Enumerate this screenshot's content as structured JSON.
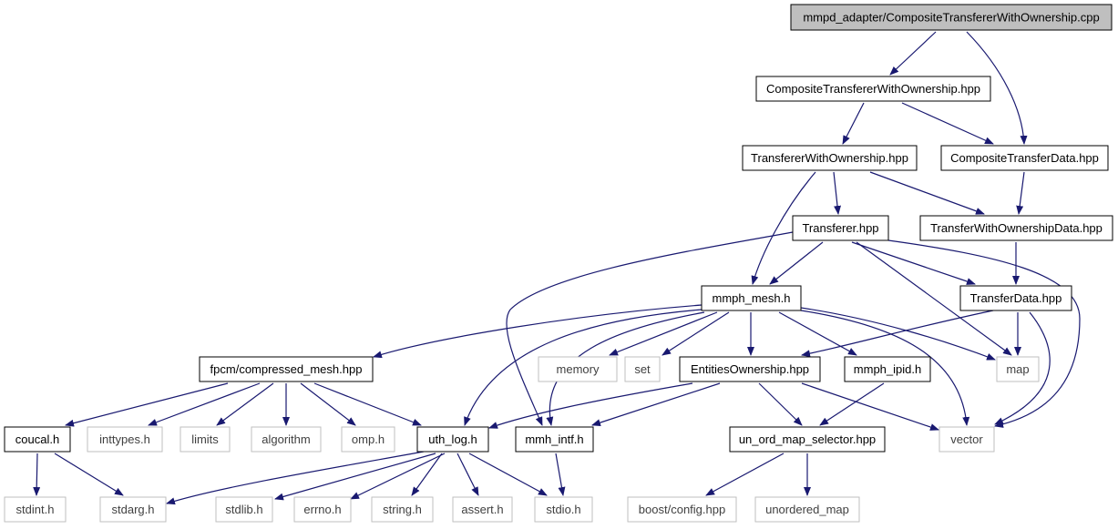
{
  "graph": {
    "root": "mmpd_adapter/CompositeTransfererWithOwnership.cpp",
    "colors": {
      "edge": "#191970",
      "node_border": "#000000",
      "external_border": "#bfbfbf",
      "root_fill": "#bfbfbf",
      "external_text": "#404040"
    },
    "nodes": [
      {
        "id": "root",
        "label": "mmpd_adapter/CompositeTransfererWithOwnership.cpp",
        "kind": "root"
      },
      {
        "id": "ctwo",
        "label": "CompositeTransfererWithOwnership.hpp",
        "kind": "header"
      },
      {
        "id": "two",
        "label": "TransfererWithOwnership.hpp",
        "kind": "header"
      },
      {
        "id": "ctd",
        "label": "CompositeTransferData.hpp",
        "kind": "header"
      },
      {
        "id": "tr",
        "label": "Transferer.hpp",
        "kind": "header"
      },
      {
        "id": "twod",
        "label": "TransferWithOwnershipData.hpp",
        "kind": "header"
      },
      {
        "id": "mesh",
        "label": "mmph_mesh.h",
        "kind": "header"
      },
      {
        "id": "td",
        "label": "TransferData.hpp",
        "kind": "header"
      },
      {
        "id": "fpcm",
        "label": "fpcm/compressed_mesh.hpp",
        "kind": "header"
      },
      {
        "id": "memory",
        "label": "memory",
        "kind": "external"
      },
      {
        "id": "set",
        "label": "set",
        "kind": "external"
      },
      {
        "id": "eo",
        "label": "EntitiesOwnership.hpp",
        "kind": "header"
      },
      {
        "id": "ipid",
        "label": "mmph_ipid.h",
        "kind": "header"
      },
      {
        "id": "map",
        "label": "map",
        "kind": "external"
      },
      {
        "id": "coucal",
        "label": "coucal.h",
        "kind": "header"
      },
      {
        "id": "inttypes",
        "label": "inttypes.h",
        "kind": "external"
      },
      {
        "id": "limits",
        "label": "limits",
        "kind": "external"
      },
      {
        "id": "algorithm",
        "label": "algorithm",
        "kind": "external"
      },
      {
        "id": "omp",
        "label": "omp.h",
        "kind": "external"
      },
      {
        "id": "uth",
        "label": "uth_log.h",
        "kind": "header"
      },
      {
        "id": "mmh",
        "label": "mmh_intf.h",
        "kind": "header"
      },
      {
        "id": "uoms",
        "label": "un_ord_map_selector.hpp",
        "kind": "header"
      },
      {
        "id": "vector",
        "label": "vector",
        "kind": "external"
      },
      {
        "id": "stdint",
        "label": "stdint.h",
        "kind": "external"
      },
      {
        "id": "stdarg",
        "label": "stdarg.h",
        "kind": "external"
      },
      {
        "id": "stdlib",
        "label": "stdlib.h",
        "kind": "external"
      },
      {
        "id": "errno",
        "label": "errno.h",
        "kind": "external"
      },
      {
        "id": "string",
        "label": "string.h",
        "kind": "external"
      },
      {
        "id": "assert",
        "label": "assert.h",
        "kind": "external"
      },
      {
        "id": "stdio",
        "label": "stdio.h",
        "kind": "external"
      },
      {
        "id": "boost",
        "label": "boost/config.hpp",
        "kind": "external"
      },
      {
        "id": "unordered",
        "label": "unordered_map",
        "kind": "external"
      }
    ],
    "edges": [
      {
        "from": "root",
        "to": "ctwo"
      },
      {
        "from": "root",
        "to": "ctd"
      },
      {
        "from": "ctwo",
        "to": "two"
      },
      {
        "from": "ctwo",
        "to": "ctd"
      },
      {
        "from": "two",
        "to": "tr"
      },
      {
        "from": "two",
        "to": "mesh"
      },
      {
        "from": "two",
        "to": "twod"
      },
      {
        "from": "ctd",
        "to": "twod"
      },
      {
        "from": "twod",
        "to": "td"
      },
      {
        "from": "tr",
        "to": "mesh"
      },
      {
        "from": "tr",
        "to": "td"
      },
      {
        "from": "tr",
        "to": "map"
      },
      {
        "from": "tr",
        "to": "vector"
      },
      {
        "from": "tr",
        "to": "mmh"
      },
      {
        "from": "td",
        "to": "eo"
      },
      {
        "from": "td",
        "to": "map"
      },
      {
        "from": "td",
        "to": "vector"
      },
      {
        "from": "mesh",
        "to": "fpcm"
      },
      {
        "from": "mesh",
        "to": "memory"
      },
      {
        "from": "mesh",
        "to": "set"
      },
      {
        "from": "mesh",
        "to": "eo"
      },
      {
        "from": "mesh",
        "to": "ipid"
      },
      {
        "from": "mesh",
        "to": "map"
      },
      {
        "from": "mesh",
        "to": "vector"
      },
      {
        "from": "mesh",
        "to": "uth"
      },
      {
        "from": "mesh",
        "to": "mmh"
      },
      {
        "from": "fpcm",
        "to": "coucal"
      },
      {
        "from": "fpcm",
        "to": "inttypes"
      },
      {
        "from": "fpcm",
        "to": "limits"
      },
      {
        "from": "fpcm",
        "to": "algorithm"
      },
      {
        "from": "fpcm",
        "to": "omp"
      },
      {
        "from": "fpcm",
        "to": "uth"
      },
      {
        "from": "eo",
        "to": "uth"
      },
      {
        "from": "eo",
        "to": "mmh"
      },
      {
        "from": "eo",
        "to": "uoms"
      },
      {
        "from": "eo",
        "to": "vector"
      },
      {
        "from": "ipid",
        "to": "uoms"
      },
      {
        "from": "coucal",
        "to": "stdint"
      },
      {
        "from": "coucal",
        "to": "stdarg"
      },
      {
        "from": "uth",
        "to": "stdarg"
      },
      {
        "from": "uth",
        "to": "stdlib"
      },
      {
        "from": "uth",
        "to": "errno"
      },
      {
        "from": "uth",
        "to": "string"
      },
      {
        "from": "uth",
        "to": "assert"
      },
      {
        "from": "uth",
        "to": "stdio"
      },
      {
        "from": "mmh",
        "to": "stdio"
      },
      {
        "from": "uoms",
        "to": "boost"
      },
      {
        "from": "uoms",
        "to": "unordered"
      }
    ]
  }
}
